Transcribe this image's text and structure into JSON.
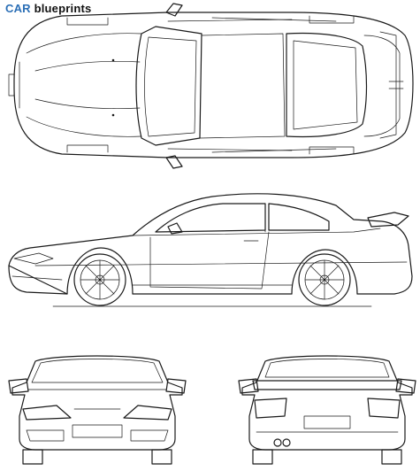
{
  "logo": {
    "part1": "CAR",
    "part2": " blueprints"
  },
  "views": [
    "top-view",
    "side-view",
    "front-view",
    "rear-view"
  ],
  "colors": {
    "logo_accent": "#2b6fb6",
    "line": "#1a1a1a",
    "background": "#ffffff"
  }
}
